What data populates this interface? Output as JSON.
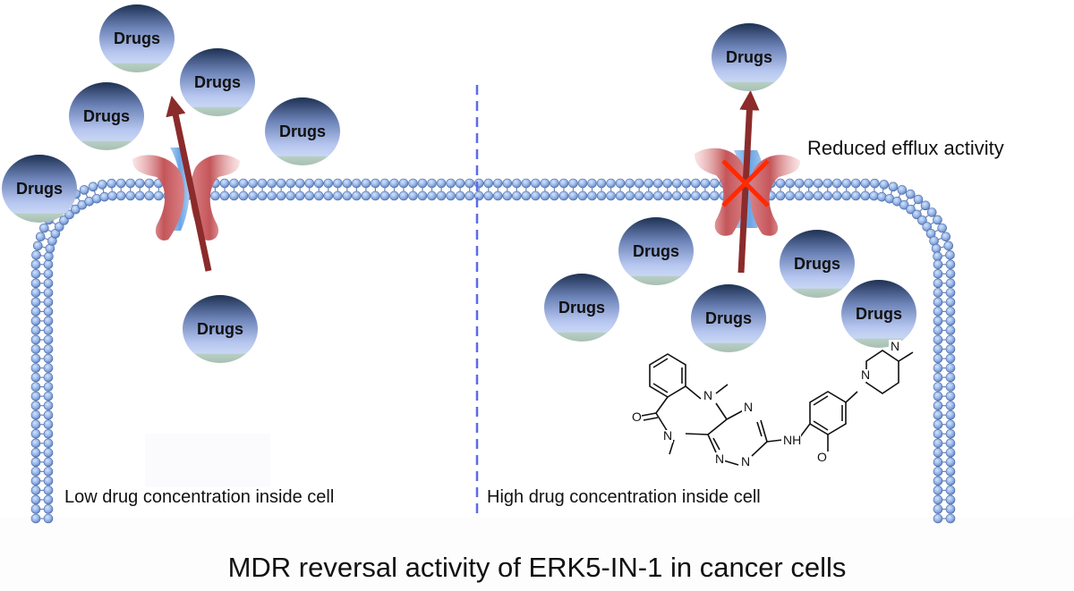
{
  "drug_label": "Drugs",
  "left_panel": {
    "caption": "Low drug concentration inside cell"
  },
  "right_panel": {
    "caption": "High drug concentration inside cell",
    "annotation": "Reduced efflux activity"
  },
  "title": "MDR reversal activity of ERK5-IN-1 in cancer cells",
  "molecule": {
    "atoms": [
      "N",
      "N",
      "N",
      "N",
      "N",
      "N",
      "NH",
      "O",
      "O"
    ]
  },
  "colors": {
    "membrane_head": "#8fb0e6",
    "membrane_tail": "#6a86b8",
    "drug_dark": "#1e3153",
    "drug_mid": "#aebfea",
    "drug_bottom": "#b7cfc3",
    "transporter_red": "#c4565a",
    "transporter_blue": "#7fb1ea",
    "arrow": "#8b2b2b",
    "divider": "#5a6bea",
    "block_x": "#ff2a00"
  }
}
